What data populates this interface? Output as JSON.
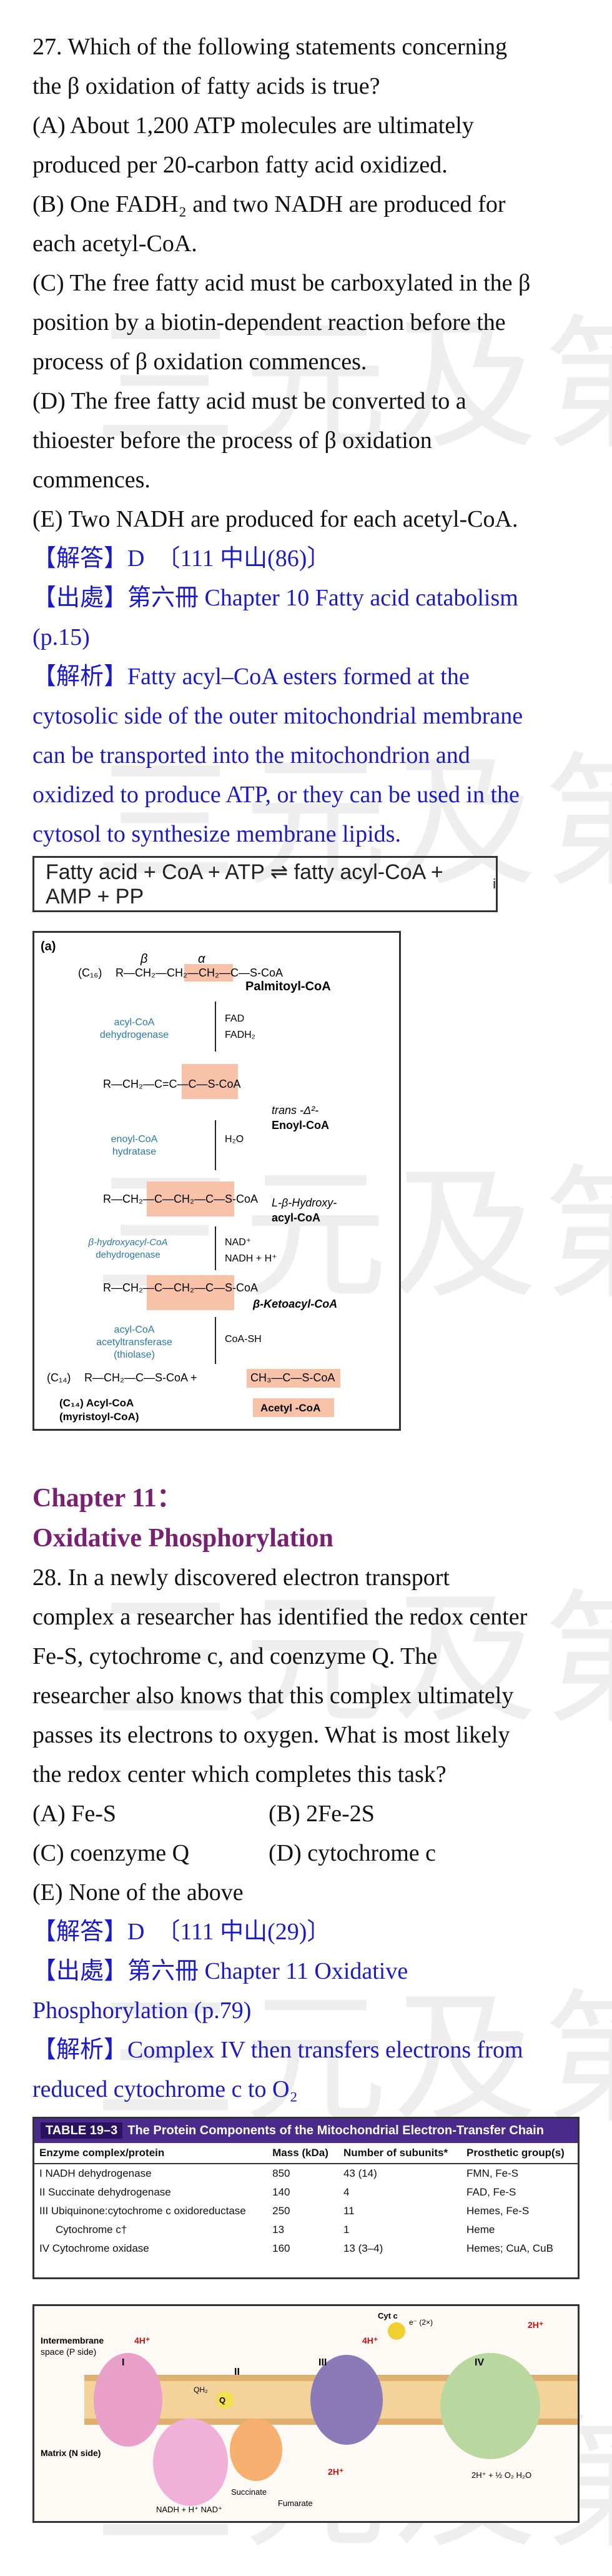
{
  "q27": {
    "stem1": "27. Which of the following statements concerning",
    "stem2": "the β oxidation of fatty acids is true?",
    "a1": "(A) About 1,200 ATP molecules are ultimately",
    "a2": "produced per 20-carbon fatty acid oxidized.",
    "b1": "(B) One FADH₂ and two NADH are produced for",
    "b2": "each acetyl-CoA.",
    "c1": "(C) The free fatty acid must be carboxylated in the β",
    "c2": "position by a biotin-dependent reaction before the",
    "c3": "process of β oxidation commences.",
    "d1": "(D) The free fatty acid must be converted to a",
    "d2": "thioester before the process of β oxidation",
    "d3": "commences.",
    "e1": "(E) Two NADH are produced for each acetyl-CoA.",
    "answer": "【解答】D　〔111 中山(86)〕",
    "source1": "【出處】第六冊  Chapter 10 Fatty acid catabolism",
    "source2": "(p.15)",
    "exp1": "【解析】Fatty acyl–CoA esters formed at the",
    "exp2": "cytosolic side of the outer mitochondrial membrane",
    "exp3": "can be transported into the mitochondrion and",
    "exp4": "oxidized to produce ATP, or they can be used in the",
    "exp5": "cytosol to synthesize membrane lipids.",
    "formula": "Fatty acid + CoA + ATP ⇌ fatty acyl-CoA + AMP + PP",
    "formula_sub": "i"
  },
  "figure_a": {
    "label": "(a)",
    "c16": "(C₁₆)",
    "palmitoyl": "Palmitoyl-CoA",
    "beta": "β",
    "alpha": "α",
    "enz1": "acyl-CoA",
    "enz1b": "dehydrogenase",
    "fad": "FAD",
    "fadh2": "FADH₂",
    "enoyl1": "trans -Δ²-",
    "enoyl2": "Enoyl-CoA",
    "enz2": "enoyl-CoA",
    "enz2b": "hydratase",
    "h2o": "H₂O",
    "hydroxy1": "L-β-Hydroxy-",
    "hydroxy2": "acyl-CoA",
    "enz3": "β-hydroxyacyl-CoA",
    "enz3b": "dehydrogenase",
    "nad": "NAD⁺",
    "nadh": "NADH + H⁺",
    "keto": "β-Ketoacyl-CoA",
    "enz4": "acyl-CoA",
    "enz4b": "acetyltransferase",
    "enz4c": "(thiolase)",
    "coash": "CoA-SH",
    "c14": "(C₁₄)",
    "acyl1": "(C₁₄) Acyl-CoA",
    "acyl2": "(myristoyl-CoA)",
    "acetyl": "Acetyl -CoA"
  },
  "chapter": {
    "title1": "Chapter 11：",
    "title2": "Oxidative Phosphorylation"
  },
  "q28": {
    "stem1": "28.   In a newly discovered electron transport",
    "stem2": "complex a researcher has identified the redox center",
    "stem3": "Fe-S, cytochrome c, and coenzyme Q. The",
    "stem4": "researcher also knows that this complex ultimately",
    "stem5": "passes its electrons to oxygen. What is most likely",
    "stem6": "the redox center which completes this task?",
    "a": "(A) Fe-S",
    "b": "(B) 2Fe-2S",
    "c": "(C) coenzyme Q",
    "d": "(D) cytochrome c",
    "e": "(E) None of the above",
    "answer": "【解答】D　〔111 中山(29)〕",
    "source1": "【出處】第六冊  Chapter 11 Oxidative",
    "source2": "Phosphorylation (p.79)",
    "exp1": "【解析】Complex IV then transfers electrons from",
    "exp2": "reduced cytochrome c to O₂"
  },
  "table_19_3": {
    "label": "TABLE 19–3",
    "title": "The Protein Components of the Mitochondrial Electron-Transfer Chain",
    "headers": [
      "Enzyme complex/protein",
      "Mass (kDa)",
      "Number of subunits*",
      "Prosthetic group(s)"
    ],
    "rows": [
      [
        "I  NADH dehydrogenase",
        "850",
        "43 (14)",
        "FMN, Fe-S"
      ],
      [
        "II  Succinate dehydrogenase",
        "140",
        "4",
        "FAD, Fe-S"
      ],
      [
        "III  Ubiquinone:cytochrome c oxidoreductase",
        "250",
        "11",
        "Hemes, Fe-S"
      ],
      [
        "Cytochrome c†",
        "13",
        "1",
        "Heme"
      ],
      [
        "IV  Cytochrome oxidase",
        "160",
        "13 (3–4)",
        "Hemes; CuA, CuB"
      ]
    ]
  },
  "etc_fig": {
    "ims": "Intermembrane",
    "ims2": "space (P side)",
    "matrix": "Matrix (N side)",
    "h4": "4H⁺",
    "h4b": "4H⁺",
    "h2": "2H⁺",
    "h2b": "2H⁺",
    "i": "I",
    "ii": "II",
    "iii": "III",
    "iv": "IV",
    "cytc": "Cyt c",
    "e2": "e⁻ (2×)",
    "qh2": "QH₂",
    "q": "Q",
    "succ": "Succinate",
    "fum": "Fumarate",
    "nadh": "NADH + H⁺  NAD⁺",
    "o2": "2H⁺ + ½ O₂  H₂O"
  },
  "watermark": "三元及第"
}
